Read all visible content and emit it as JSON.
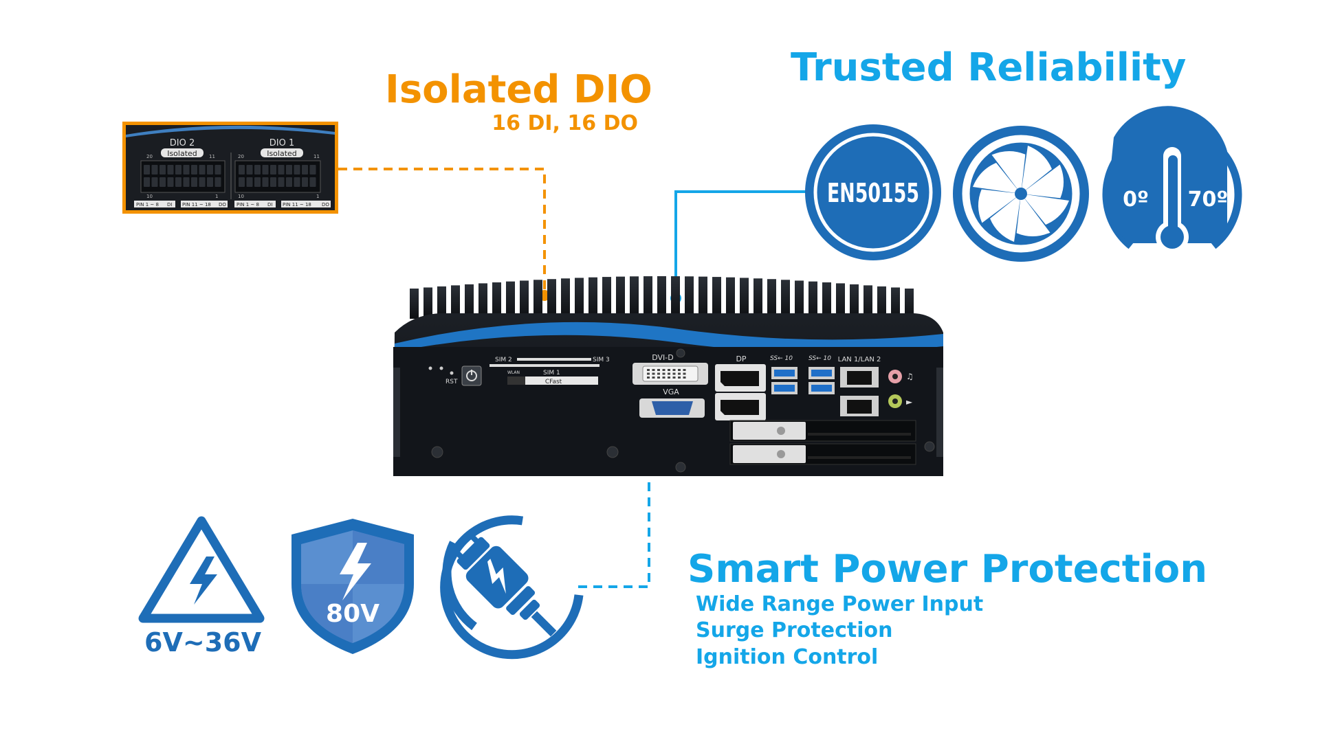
{
  "dio": {
    "title": "Isolated DIO",
    "subtitle": "16 DI, 16 DO",
    "connectors": [
      {
        "name": "DIO 2",
        "badge": "Isolated",
        "pin_hi": "20",
        "pin_lo": "11",
        "pin_hi2": "10",
        "pin_lo2": "1",
        "label_a": "PIN 1 ~ 8",
        "tag_a": "DI",
        "label_b": "PIN 11 ~ 18",
        "tag_b": "DO"
      },
      {
        "name": "DIO 1",
        "badge": "Isolated",
        "pin_hi": "20",
        "pin_lo": "11",
        "pin_hi2": "10",
        "pin_lo2": "1",
        "label_a": "PIN 1 ~ 8",
        "tag_a": "DI",
        "label_b": "PIN 11 ~ 18",
        "tag_b": "DO"
      }
    ]
  },
  "reliability": {
    "title": "Trusted Reliability",
    "icons": [
      {
        "name": "en50155-icon",
        "text": "EN50155"
      },
      {
        "name": "fan-icon"
      },
      {
        "name": "thermometer-icon",
        "low": "0º",
        "high": "70º"
      }
    ]
  },
  "power": {
    "title": "Smart Power Protection",
    "items": [
      "Wide Range Power Input",
      "Surge Protection",
      "Ignition Control"
    ],
    "icons": [
      {
        "name": "voltage-warning-icon",
        "label": "6V~36V"
      },
      {
        "name": "surge-shield-icon",
        "label": "80V"
      },
      {
        "name": "plug-icon"
      }
    ]
  },
  "device": {
    "ports": {
      "sim2": "SIM 2",
      "sim3": "SIM 3",
      "sim1": "SIM 1",
      "cfast": "CFast",
      "wlan": "WLAN",
      "rst": "RST",
      "dvi": "DVI-D",
      "vga": "VGA",
      "dp": "DP",
      "lan": "LAN 1/LAN 2",
      "usb_a": "SS← 10",
      "usb_b": "SS← 10"
    }
  },
  "colors": {
    "orange": "#f39200",
    "blue": "#14a6e8",
    "icon_blue": "#1e6db7",
    "chassis": "#15181c"
  }
}
